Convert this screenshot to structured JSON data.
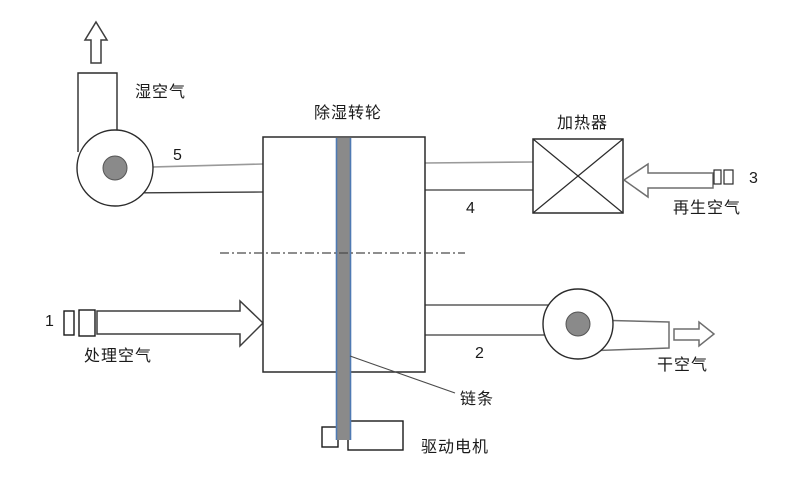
{
  "diagram": {
    "labels": {
      "wet_air": "湿空气",
      "wheel": "除湿转轮",
      "heater": "加热器",
      "regen_air": "再生空气",
      "process_air": "处理空气",
      "dry_air": "干空气",
      "chain": "链条",
      "motor": "驱动电机"
    },
    "points": {
      "p1": "1",
      "p2": "2",
      "p3": "3",
      "p4": "4",
      "p5": "5"
    },
    "colors": {
      "line": "#2b2b2b",
      "soft_line": "#6e6e6e",
      "shaft_fill": "#8a8a8a",
      "shaft_edge": "#4f7ab3",
      "fan_hub": "#8a8a8a",
      "white": "#ffffff"
    }
  }
}
